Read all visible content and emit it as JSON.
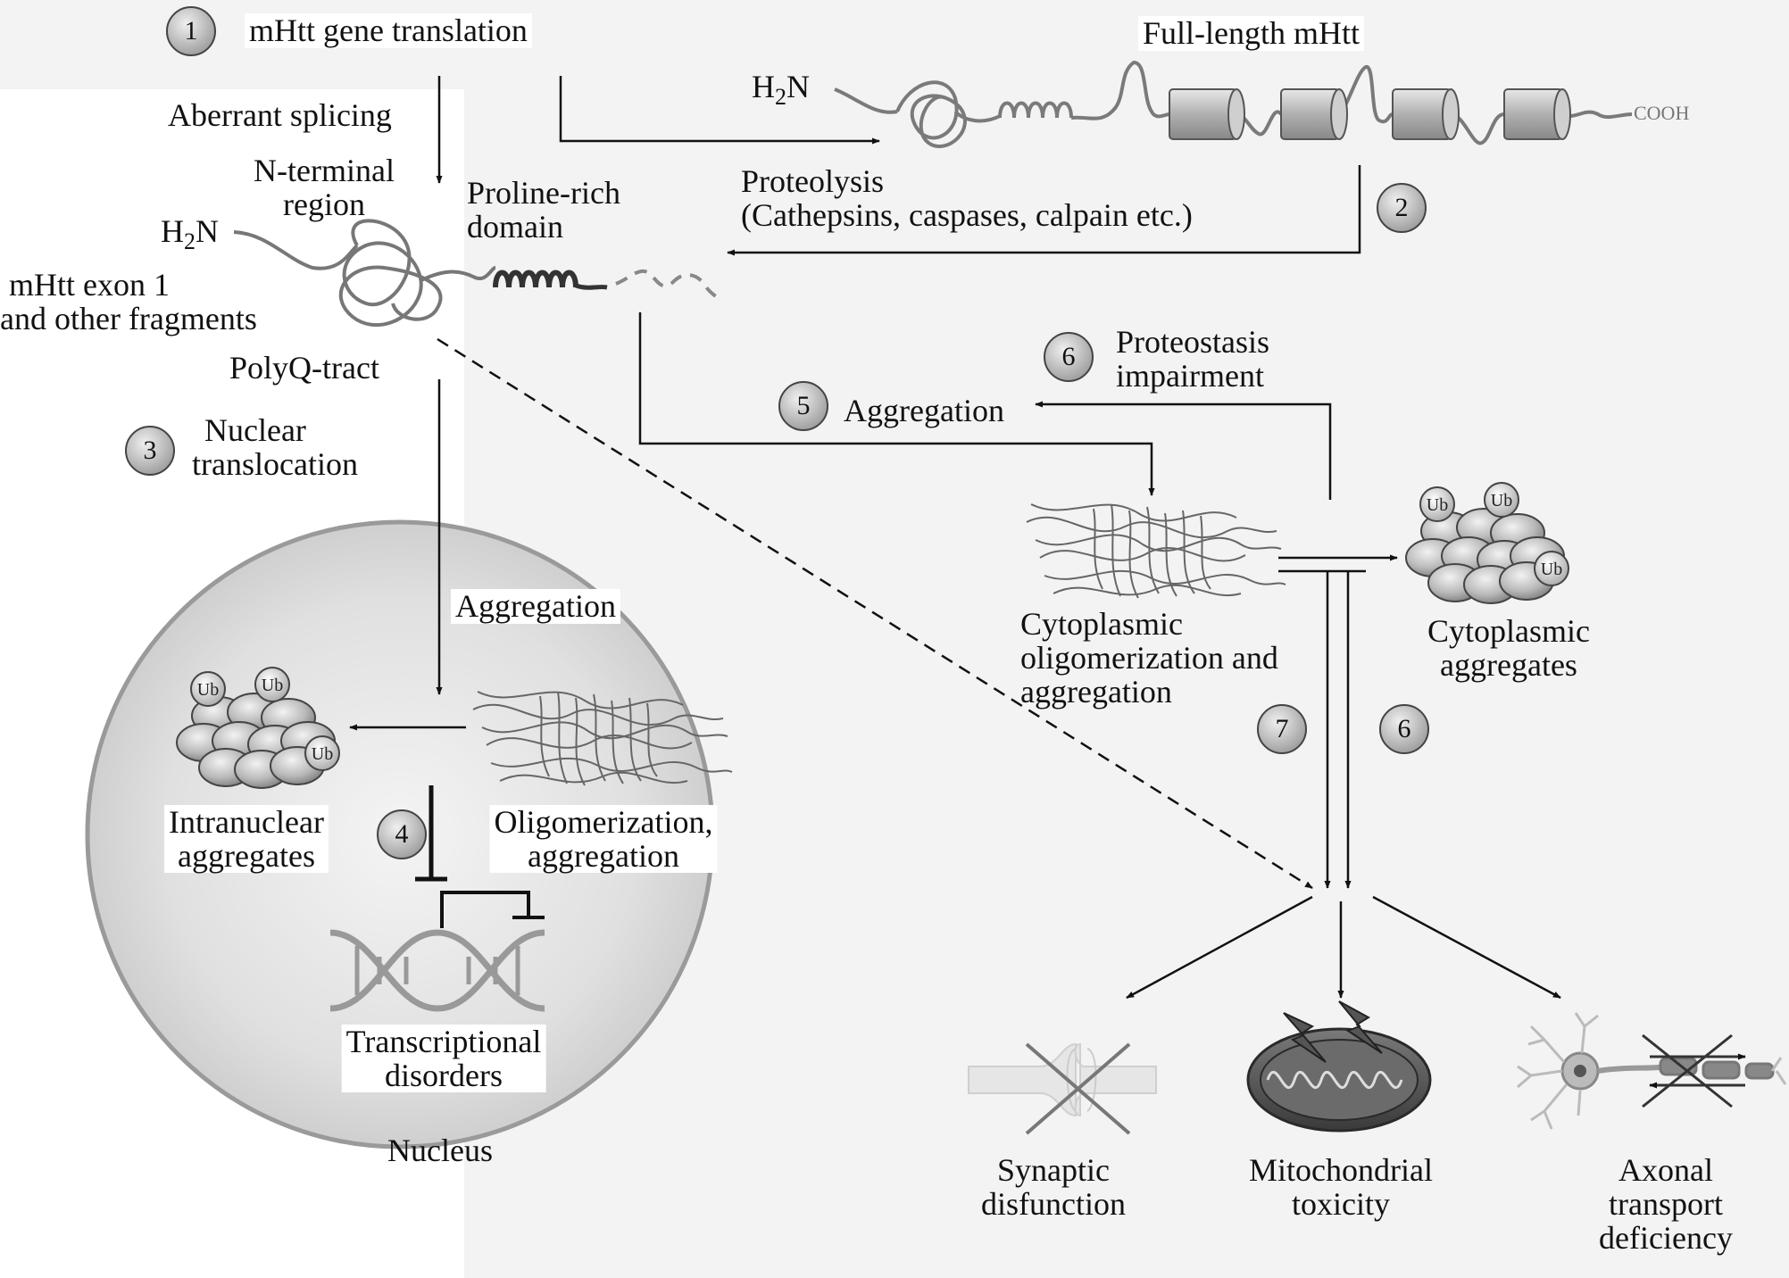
{
  "steps": {
    "s1": "1",
    "s2": "2",
    "s3": "3",
    "s4": "4",
    "s5": "5",
    "s6a": "6",
    "s6b": "6",
    "s7": "7"
  },
  "labels": {
    "translation": "mHtt gene translation",
    "full_length": "Full-length mHtt",
    "h2n_top": "H",
    "h2n_top_sub": "2",
    "h2n_top_n": "N",
    "cooh": "COOH",
    "aberrant_splicing": "Aberrant splicing",
    "n_terminal_1": "N-terminal",
    "n_terminal_2": "region",
    "proline_1": "Proline-rich",
    "proline_2": "domain",
    "proteolysis_1": "Proteolysis",
    "proteolysis_2": "(Cathepsins, caspases, calpain etc.)",
    "h2n_frag": "H",
    "h2n_frag_sub": "2",
    "h2n_frag_n": "N",
    "exon_1": "mHtt exon 1",
    "exon_2": "and other fragments",
    "polyq": "PolyQ-tract",
    "nuclear_1": "Nuclear",
    "nuclear_2": "translocation",
    "proteostasis_1": "Proteostasis",
    "proteostasis_2": "impairment",
    "aggregation_cyto": "Aggregation",
    "aggregation_nuc": "Aggregation",
    "cyto_oligo_1": "Cytoplasmic",
    "cyto_oligo_2": "oligomerization and",
    "cyto_oligo_3": "aggregation",
    "cyto_agg_1": "Cytoplasmic",
    "cyto_agg_2": "aggregates",
    "intranuclear_1": "Intranuclear",
    "intranuclear_2": "aggregates",
    "oligo_nuc_1": "Oligomerization,",
    "oligo_nuc_2": "aggregation",
    "transcriptional_1": "Transcriptional",
    "transcriptional_2": "disorders",
    "nucleus": "Nucleus",
    "synaptic_1": "Synaptic",
    "synaptic_2": "disfunction",
    "mito_1": "Mitochondrial",
    "mito_2": "toxicity",
    "axonal_1": "Axonal",
    "axonal_2": "transport",
    "axonal_3": "deficiency",
    "ub": "Ub"
  }
}
